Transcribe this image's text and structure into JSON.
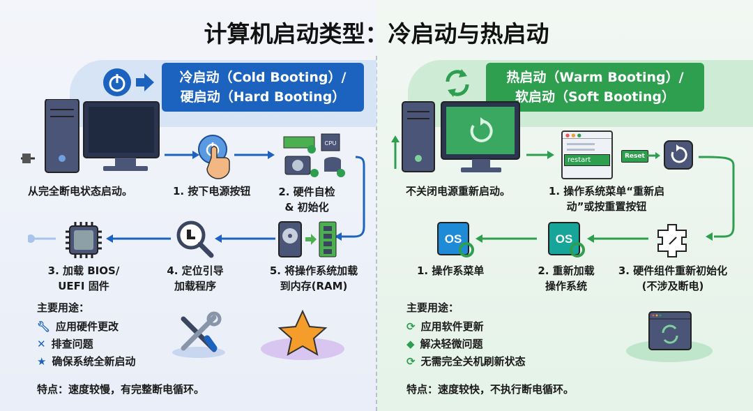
{
  "title": "计算机启动类型：冷启动与热启动",
  "cold": {
    "header_line1": "冷启动（Cold Booting）/",
    "header_line2": "硬启动（Hard Booting）",
    "start_label": "从完全断电状态启动。",
    "steps": [
      {
        "label": "1. 按下电源按钮"
      },
      {
        "label": "2. 硬件自检\n& 初始化"
      },
      {
        "label": "3. 加载 BIOS/\nUEFI 固件"
      },
      {
        "label": "4. 定位引导\n加载程序"
      },
      {
        "label": "5. 将操作系统加载\n到内存(RAM)"
      }
    ],
    "cpu_chip_text": "CPU",
    "usage_title": "主要用途：",
    "usage": [
      {
        "icon": "wrench-icon",
        "text": "应用硬件更改"
      },
      {
        "icon": "tools-icon",
        "text": "排查问题"
      },
      {
        "icon": "star-icon",
        "text": "确保系统全新启动"
      }
    ],
    "feature": "特点：速度较慢，有完整断电循环。",
    "accent": "#1c63c0"
  },
  "warm": {
    "header_line1": "热启动（Warm Booting）/",
    "header_line2": "软启动（Soft Booting）",
    "start_label": "不关闭电源重新启动。",
    "steps": [
      {
        "label": "1. 操作系统菜单“重新启\n动”或按重置按钮"
      },
      {
        "label": "3. 硬件组件重新初始化\n(不涉及断电)"
      },
      {
        "label": "2. 重新加载\n操作系统"
      },
      {
        "label": "1. 操作系菜单"
      }
    ],
    "restart_button": "restart",
    "reset_button": "Reset",
    "os_text": "OS",
    "usage_title": "主要用途：",
    "usage": [
      {
        "icon": "refresh-icon",
        "text": "应用软件更新"
      },
      {
        "icon": "tag-icon",
        "text": "解决轻微问题"
      },
      {
        "icon": "refresh-icon",
        "text": "无需完全关机刷新状态"
      }
    ],
    "feature": "特点：速度较快，不执行断电循环。",
    "accent": "#2e9e4f"
  }
}
